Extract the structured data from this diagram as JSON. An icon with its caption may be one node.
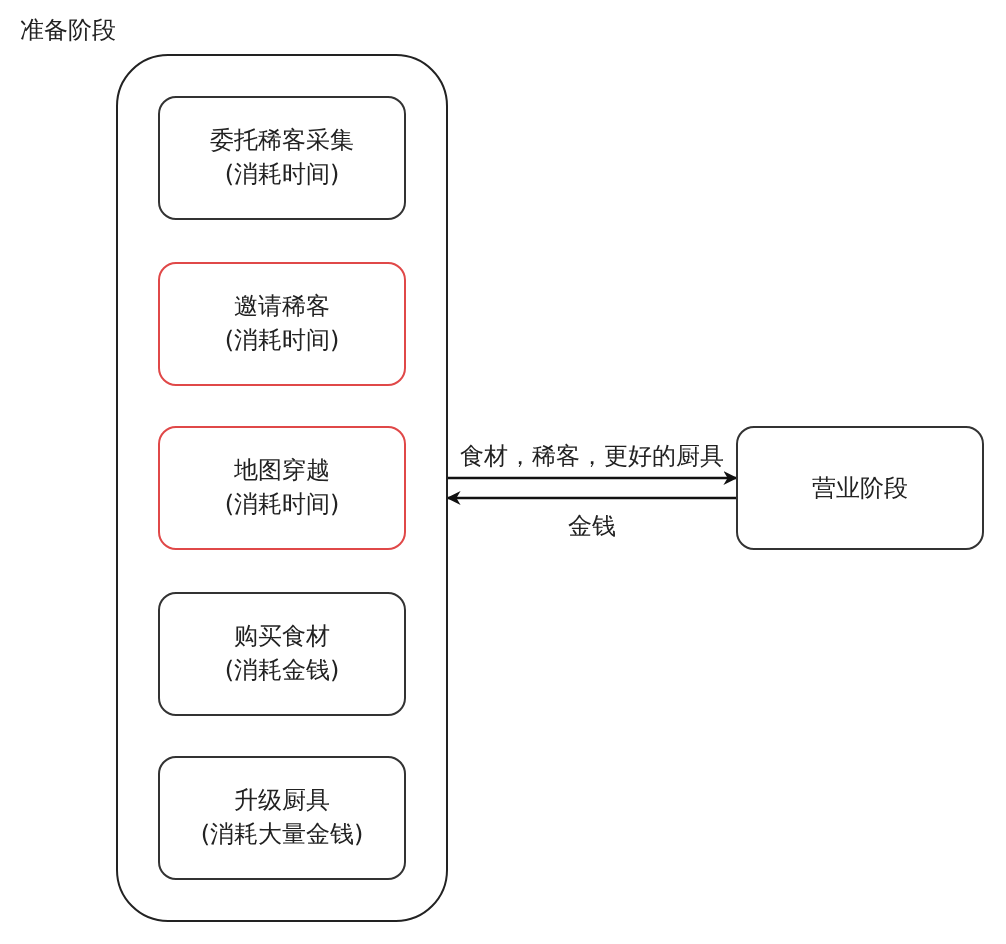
{
  "diagram": {
    "nodes": [
      {
        "text": [
          "准备阶段"
        ]
      },
      {
        "text": [
          "委托稀客采集",
          "(消耗时间)"
        ],
        "in": 0
      },
      {
        "text": [
          "邀请稀客",
          "(消耗时间)"
        ],
        "in": 0
      },
      {
        "text": [
          "地图穿越",
          "(消耗时间)"
        ],
        "in": 0
      },
      {
        "text": [
          "购买食材",
          "(消耗金钱)"
        ],
        "in": 0
      },
      {
        "text": [
          "升级厨具",
          "(消耗大量金钱)"
        ],
        "in": 0
      },
      {
        "text": [
          "营业阶段"
        ]
      }
    ],
    "edges": [
      {
        "from": 0,
        "to": 6,
        "arrow": "to",
        "label": "食材，稀客，更好的厨具"
      },
      {
        "from": 6,
        "to": 0,
        "arrow": "to",
        "label": "金钱"
      }
    ]
  }
}
